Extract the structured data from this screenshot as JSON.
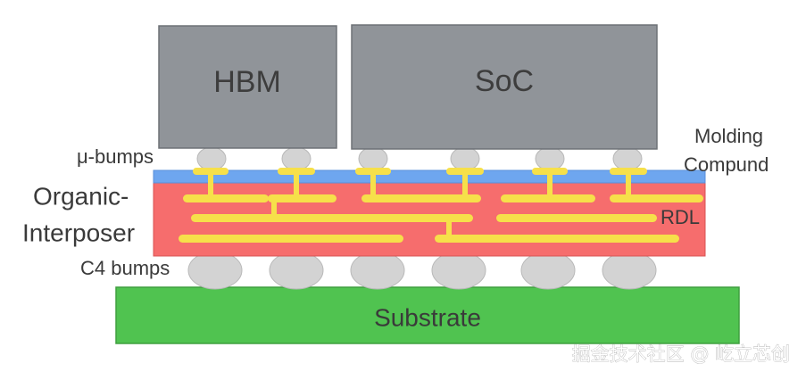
{
  "chips": {
    "hbm": "HBM",
    "soc": "SoC"
  },
  "labels": {
    "micro_bumps": "μ-bumps",
    "molding_line1": "Molding",
    "molding_line2": "Compund",
    "interposer_line1": "Organic-",
    "interposer_line2": "Interposer",
    "rdl": "RDL",
    "c4_bumps": "C4 bumps",
    "substrate": "Substrate"
  },
  "watermark": "掘金技术社区 @ 屹立芯创",
  "colors": {
    "chip": "#909499",
    "chip_border": "#6e7277",
    "bump": "#d3d3d3",
    "molding": "#6ea6ef",
    "interposer": "#f66d6d",
    "rdl": "#f6e04a",
    "substrate": "#50c350",
    "substrate_border": "#3f9f3f"
  }
}
